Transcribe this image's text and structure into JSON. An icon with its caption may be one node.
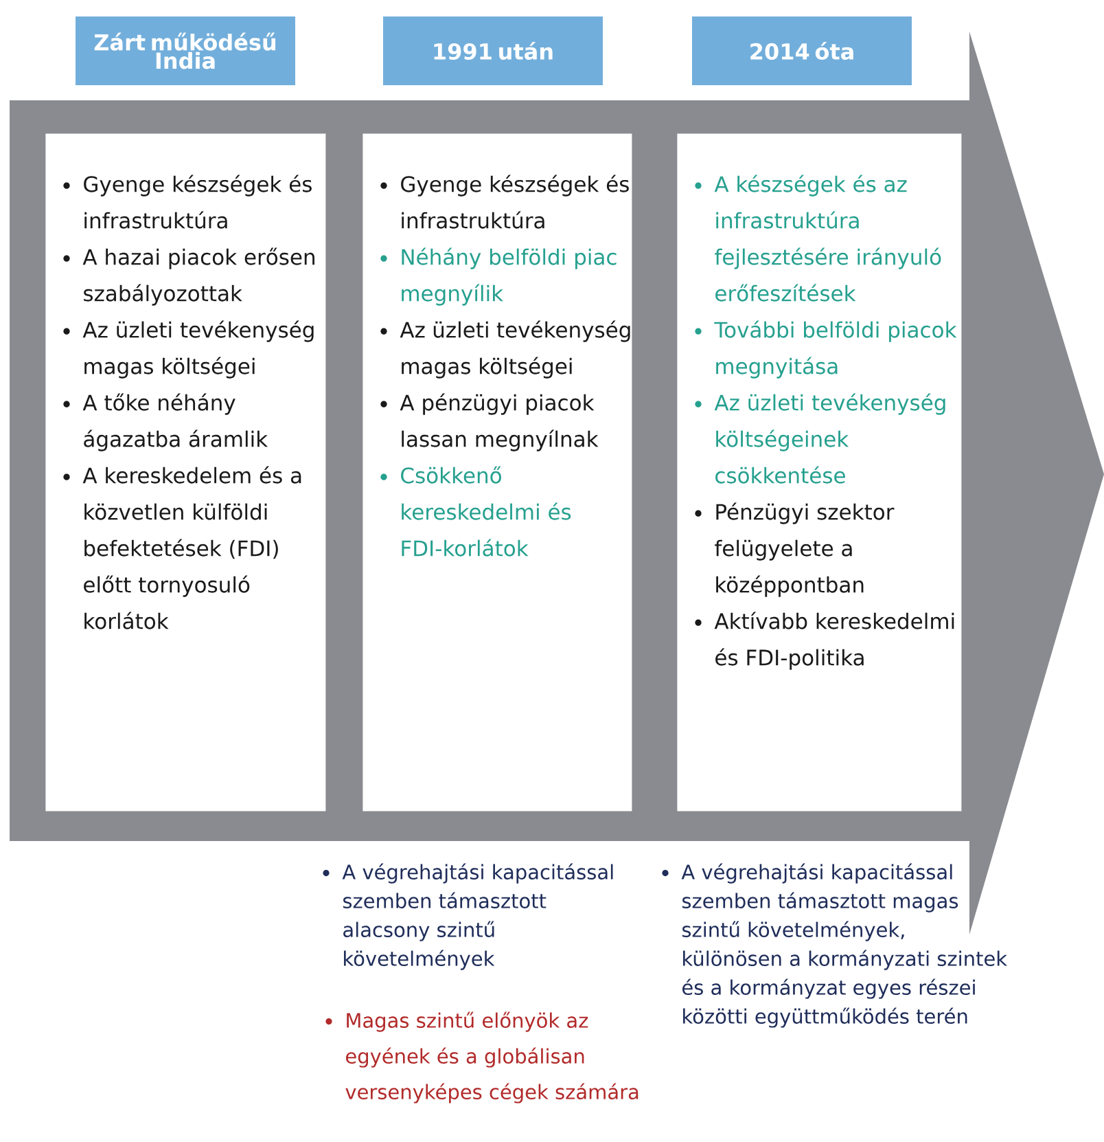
{
  "diagram": {
    "nodes": [
      {
        "text": [],
        "shape": "arrow"
      },
      {
        "text": [
          "Zárt működésű India"
        ]
      },
      {
        "text": [
          "1991 után"
        ]
      },
      {
        "text": [
          "2014 óta"
        ]
      },
      {
        "text": [
          "Gyenge készségek és infrastruktúra",
          "A hazai piacok erősen szabályozottak",
          "Az üzleti tevékenység magas költségei",
          "A tőke néhány ágazatba áramlik",
          "A kereskedelem és a közvetlen külföldi befektetések (FDI) előtt tornyosuló korlátok"
        ],
        "in": 0
      },
      {
        "text": [
          "Gyenge készségek és infrastruktúra",
          "Néhány belföldi piac megnyílik",
          "Az üzleti tevékenység magas költségei",
          "A pénzügyi piacok lassan megnyílnak",
          "Csökkenő kereskedelmi és FDI-korlátok"
        ],
        "in": 0
      },
      {
        "text": [
          "A készségek és az infrastruktúra fejlesztésére irányuló erőfeszítések",
          "További belföldi piacok megnyitása",
          "Az üzleti tevékenység költségeinek csökkentése",
          "Pénzügyi szektor felügyelete a középpontban",
          "Aktívabb kereskedelmi és FDI-politika"
        ],
        "in": 0
      }
    ],
    "labels": [
      "A végrehajtási kapacitással szemben támasztott alacsony szintű követelmények",
      "Magas szintű előnyök az egyének és a globálisan versenyképes cégek számára",
      "A végrehajtási kapacitással szemben támasztott magas szintű követelmények, különösen a kormányzati szintek és a kormányzat egyes részei közötti együttműködés terén"
    ]
  }
}
